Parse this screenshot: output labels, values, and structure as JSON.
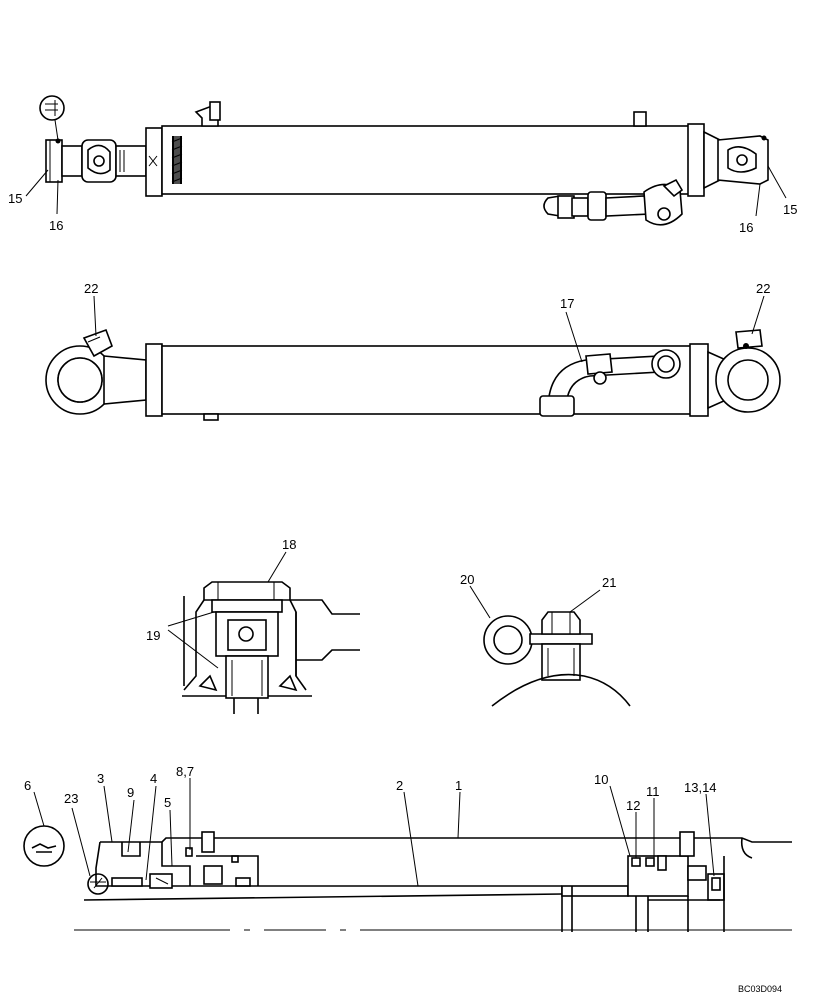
{
  "diagram": {
    "reference_code": "BC03D094",
    "callouts": {
      "top_left_15": "15",
      "top_left_16": "16",
      "top_right_16": "16",
      "top_right_15": "15",
      "side_left_22": "22",
      "side_17": "17",
      "side_right_22": "22",
      "detail_18": "18",
      "detail_19": "19",
      "detail_20": "20",
      "detail_21": "21",
      "sec_6": "6",
      "sec_23": "23",
      "sec_3": "3",
      "sec_9": "9",
      "sec_4": "4",
      "sec_5": "5",
      "sec_8_7": "8,7",
      "sec_2": "2",
      "sec_1": "1",
      "sec_10": "10",
      "sec_12": "12",
      "sec_11": "11",
      "sec_13_14": "13,14"
    }
  }
}
